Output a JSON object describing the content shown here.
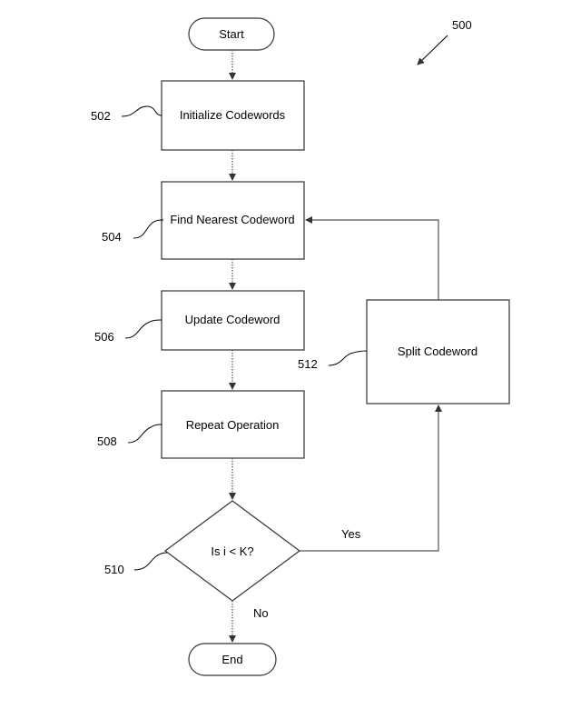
{
  "figure": {
    "number": "500"
  },
  "nodes": {
    "start": {
      "label": "Start"
    },
    "init": {
      "label": "Initialize Codewords",
      "ref": "502"
    },
    "find": {
      "label": "Find Nearest Codeword",
      "ref": "504"
    },
    "update": {
      "label": "Update Codeword",
      "ref": "506"
    },
    "repeat": {
      "label": "Repeat Operation",
      "ref": "508"
    },
    "decision": {
      "label": "Is i < K?",
      "ref": "510"
    },
    "split": {
      "label": "Split Codeword",
      "ref": "512"
    },
    "end": {
      "label": "End"
    }
  },
  "edges": {
    "yes": "Yes",
    "no": "No"
  }
}
